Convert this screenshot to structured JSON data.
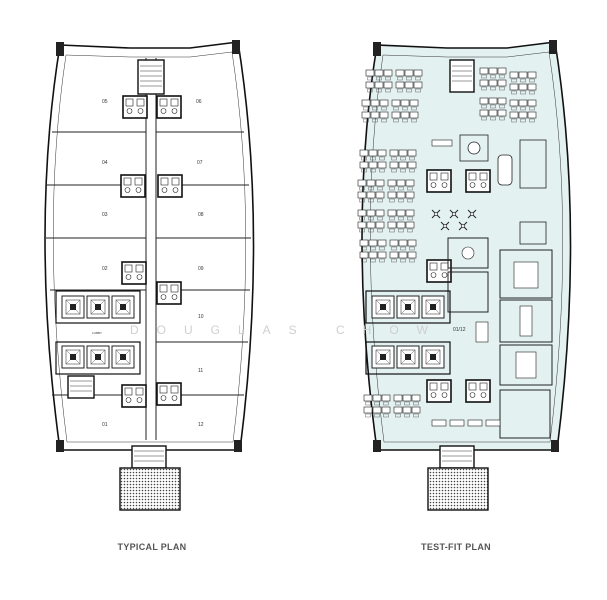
{
  "captions": {
    "typical": "TYPICAL PLAN",
    "testfit": "TEST-FIT PLAN"
  },
  "watermark": "DOUGLAS CHOW",
  "typical_units": [
    "05",
    "06",
    "04",
    "07",
    "03",
    "08",
    "02",
    "09",
    "10",
    "11",
    "01",
    "12"
  ],
  "testfit_unit": "01/12",
  "colors": {
    "fill_testfit": "#e4f1f1",
    "line": "#222222",
    "caption": "#555555"
  }
}
